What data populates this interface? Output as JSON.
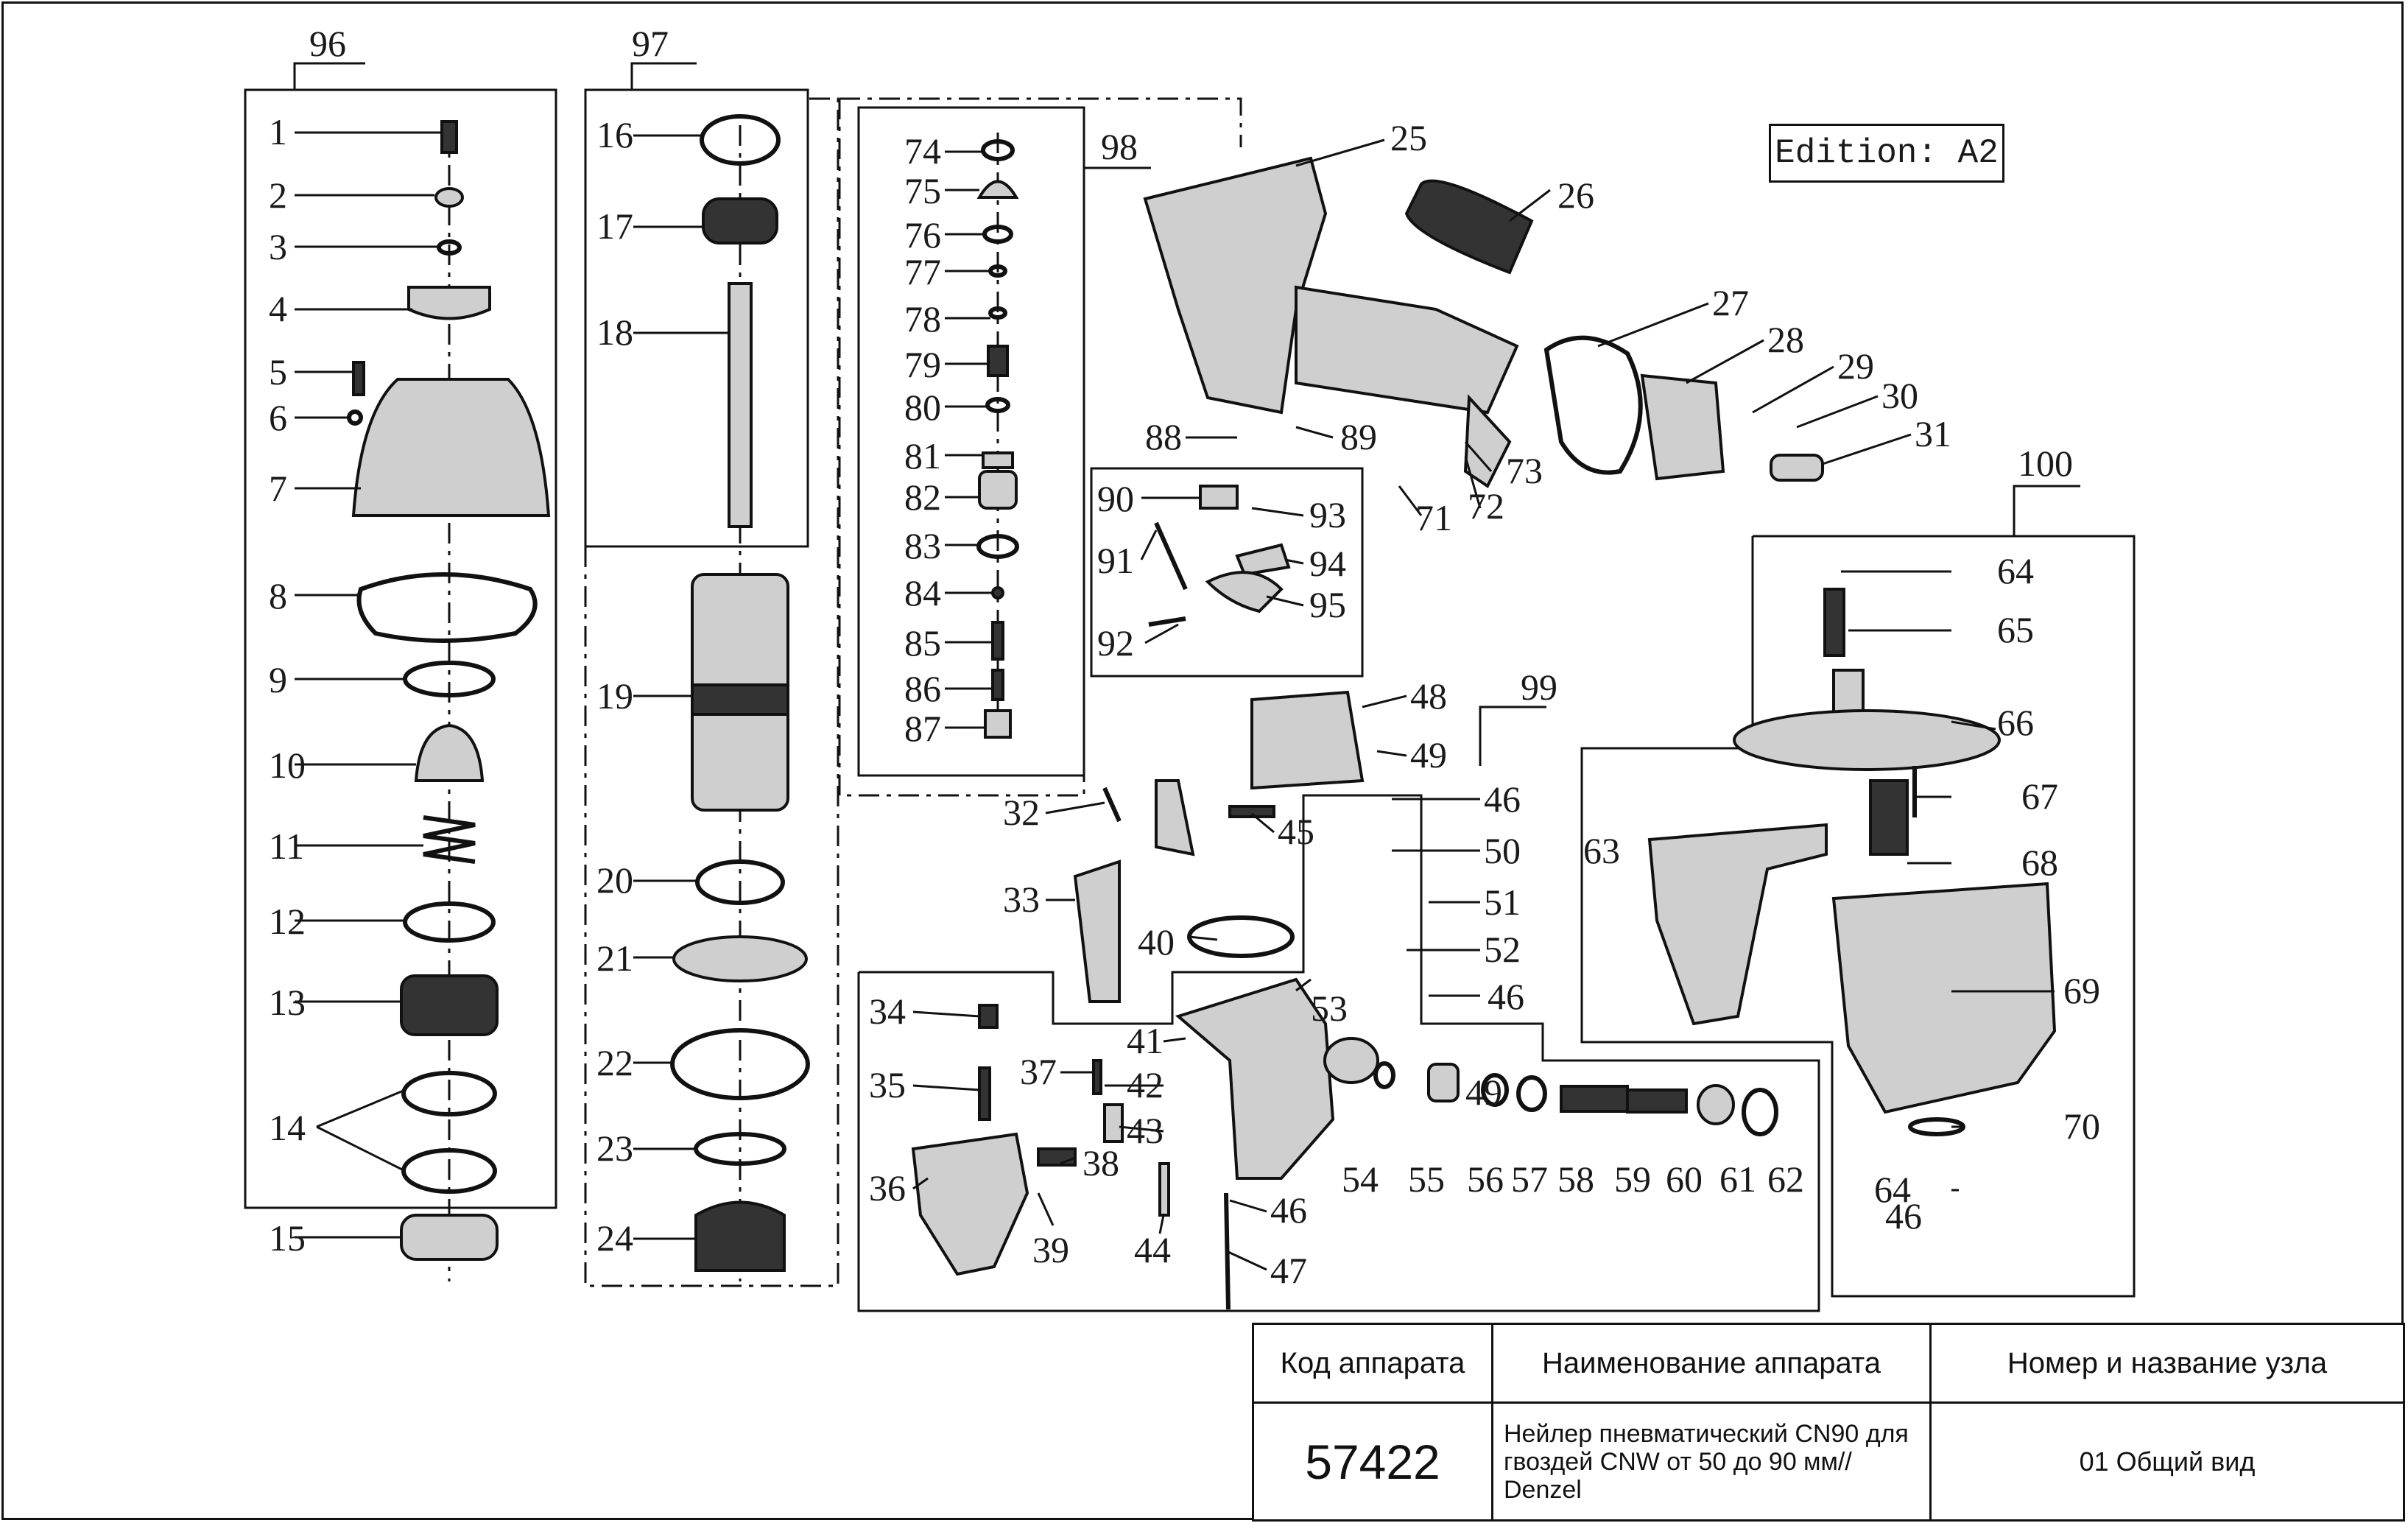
{
  "edition": "Edition: A2",
  "groups": [
    "96",
    "97",
    "98",
    "99",
    "100"
  ],
  "callouts": [
    "1",
    "2",
    "3",
    "4",
    "5",
    "6",
    "7",
    "8",
    "9",
    "10",
    "11",
    "12",
    "13",
    "14",
    "15",
    "16",
    "17",
    "18",
    "19",
    "20",
    "21",
    "22",
    "23",
    "24",
    "25",
    "26",
    "27",
    "28",
    "29",
    "30",
    "31",
    "32",
    "33",
    "34",
    "35",
    "36",
    "37",
    "38",
    "39",
    "40",
    "41",
    "42",
    "43",
    "44",
    "45",
    "46",
    "47",
    "48",
    "49",
    "50",
    "51",
    "52",
    "53",
    "54",
    "55",
    "56",
    "57",
    "58",
    "59",
    "60",
    "61",
    "62",
    "63",
    "64",
    "65",
    "66",
    "67",
    "68",
    "69",
    "70",
    "71",
    "72",
    "73",
    "74",
    "75",
    "76",
    "77",
    "78",
    "79",
    "80",
    "81",
    "82",
    "83",
    "84",
    "85",
    "86",
    "87",
    "88",
    "89",
    "90",
    "91",
    "92",
    "93",
    "94",
    "95"
  ],
  "title_block": {
    "col1_header": "Код аппарата",
    "col2_header": "Наименование аппарата",
    "col3_header": "Номер и название узла",
    "device_code": "57422",
    "device_name": "Нейлер пневматический CN90 для гвоздей CNW от 50 до 90 мм// Denzel",
    "unit_name": "01 Общий вид"
  }
}
